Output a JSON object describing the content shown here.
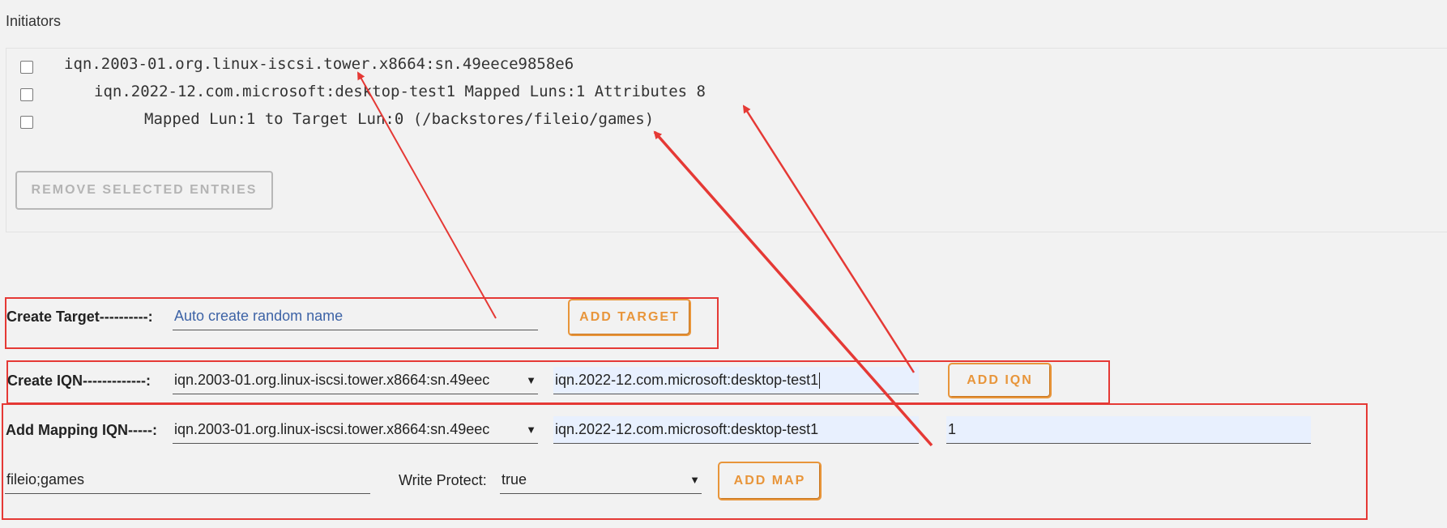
{
  "initiators": {
    "title": "Initiators",
    "rows": [
      {
        "text": "iqn.2003-01.org.linux-iscsi.tower.x8664:sn.49eece9858e6"
      },
      {
        "text": "iqn.2022-12.com.microsoft:desktop-test1 Mapped Luns:1 Attributes 8"
      },
      {
        "text": "Mapped Lun:1 to Target Lun:0 (/backstores/fileio/games)"
      }
    ],
    "remove_label": "REMOVE SELECTED ENTRIES"
  },
  "create_target": {
    "label": "Create Target----------:",
    "placeholder": "Auto create random name",
    "button": "ADD TARGET"
  },
  "create_iqn": {
    "label": "Create IQN-------------:",
    "select_value": "iqn.2003-01.org.linux-iscsi.tower.x8664:sn.49eec",
    "input_value": "iqn.2022-12.com.microsoft:desktop-test1",
    "button": "ADD IQN"
  },
  "add_mapping": {
    "label": "Add Mapping IQN-----:",
    "select_value": "iqn.2003-01.org.linux-iscsi.tower.x8664:sn.49eec",
    "iqn_value": "iqn.2022-12.com.microsoft:desktop-test1",
    "lun_value": "1",
    "backstore_value": "fileio;games",
    "write_protect_label": "Write Protect:",
    "write_protect_value": "true",
    "button": "ADD MAP"
  },
  "annotation_color": "#e53935",
  "accent_color": "#e8953a"
}
